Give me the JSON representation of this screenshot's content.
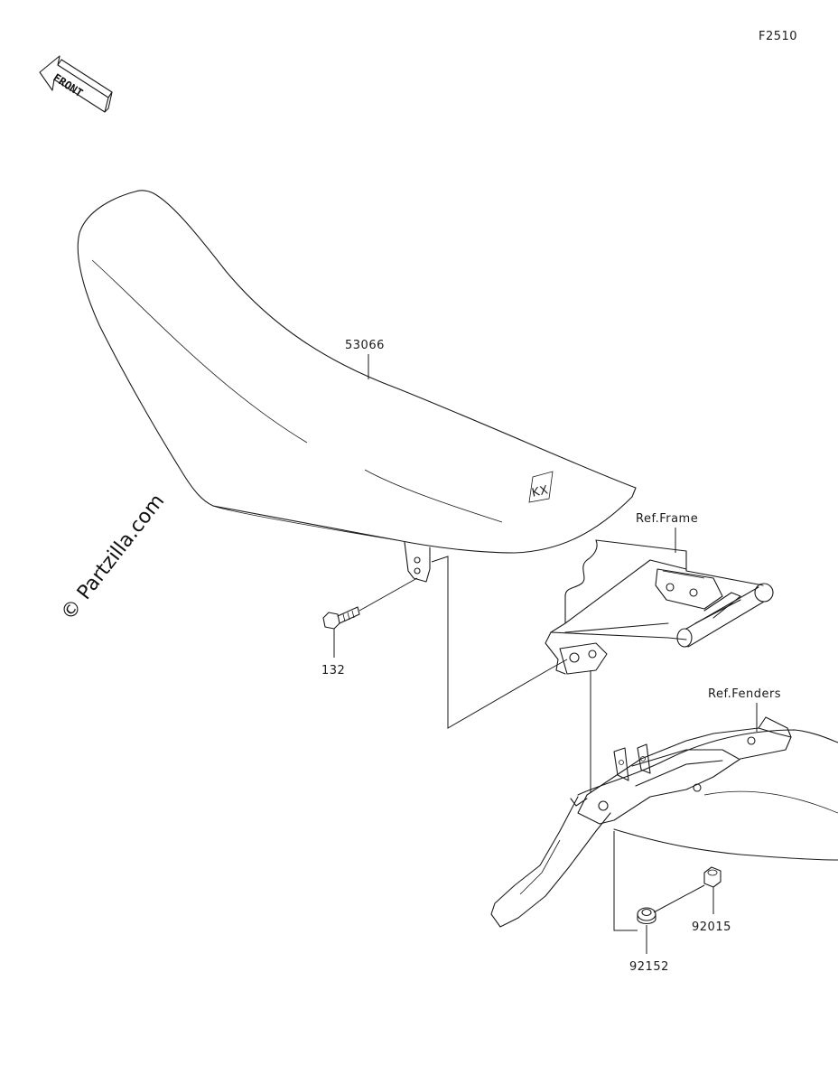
{
  "diagram_code": "F2510",
  "front_label": "FRONT",
  "watermark": "© Partzilla.com",
  "parts": {
    "seat": "53066",
    "bolt": "132",
    "collar": "92152",
    "nut": "92015"
  },
  "references": {
    "frame": "Ref.Frame",
    "fenders": "Ref.Fenders"
  },
  "seat_logo": "KX"
}
